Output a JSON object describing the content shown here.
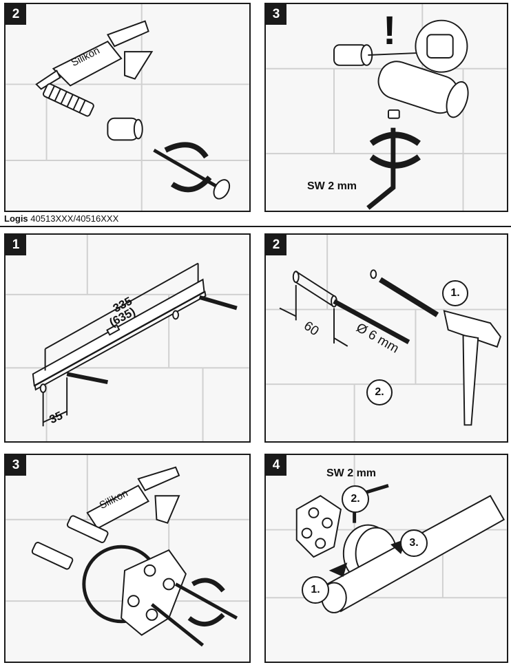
{
  "header": {
    "brand": "Logis",
    "codes": "40513XXX/40516XXX"
  },
  "top_panels": [
    {
      "step": "2",
      "tube_label": "Silikon"
    },
    {
      "step": "3",
      "tool_label": "SW 2 mm",
      "warning_symbol": "!"
    }
  ],
  "panels": [
    {
      "step": "1",
      "dim_main": "335",
      "dim_alt": "(635)",
      "dim_offset": "35"
    },
    {
      "step": "2",
      "depth": "60",
      "diameter": "Ø 6 mm",
      "sub1": "1.",
      "sub2": "2."
    },
    {
      "step": "3",
      "tube_label": "Silikon"
    },
    {
      "step": "4",
      "tool_label": "SW 2 mm",
      "sub1": "1.",
      "sub2": "2.",
      "sub3": "3."
    }
  ],
  "colors": {
    "line": "#1a1a1a",
    "tile_bg": "#f7f7f7",
    "tile_grid": "#d0d0d0",
    "badge": "#1a1a1a"
  }
}
